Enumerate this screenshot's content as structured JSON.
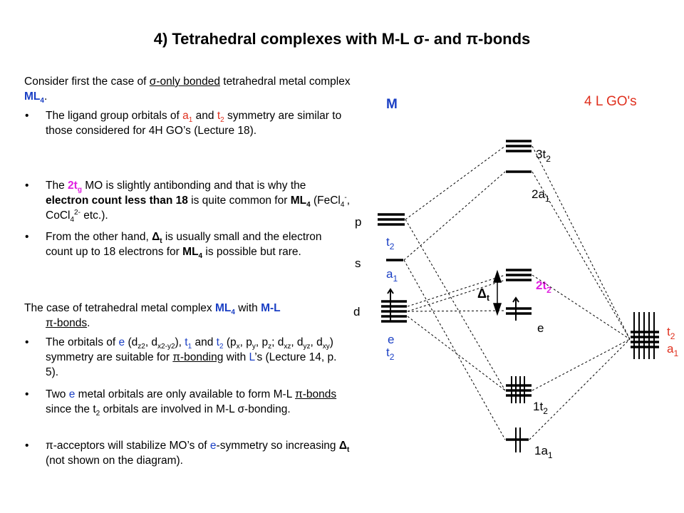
{
  "title": "4) Tetrahedral complexes with M-L σ- and π-bonds",
  "text": {
    "p1": {
      "a": "Consider first the case of ",
      "u": "σ-only bonded",
      "b": " tetrahedral metal complex ",
      "ml": "ML",
      "ml_sub": "4",
      "c": "."
    },
    "b1": {
      "a": "The ligand group orbitals of ",
      "a1": "a",
      "a1_sub": "1",
      "b": " and ",
      "t2": "t",
      "t2_sub": "2",
      "c": " symmetry are similar to those considered for 4H GO’s (Lecture 18)."
    },
    "b2": {
      "a": "The ",
      "t2g": "2t",
      "t2g_sub": "g",
      "b": " MO is slightly antibonding and that is why the ",
      "bold": "electron count less than 18",
      "c": " is quite common for ",
      "ml": "ML",
      "ml_sub": "4",
      "d": " (FeCl",
      "fe_sub": "4",
      "fe_sup": "-",
      "e": ", CoCl",
      "co_sub": "4",
      "co_sup": "2-",
      "f": " etc.)."
    },
    "b3": {
      "a": "From the other hand, ",
      "delta": "Δ",
      "delta_sub": "t",
      "b": " is usually small and the electron count up to 18 electrons for ",
      "ml": "ML",
      "ml_sub": "4",
      "c": " is possible but rare."
    },
    "p2": {
      "a": "The case of tetrahedral metal complex ",
      "ml": "ML",
      "ml_sub": "4",
      "b": " with ",
      "mlb": "M-L",
      "u": "π-bonds",
      "c": "."
    },
    "b4": {
      "a": "The orbitals of ",
      "e": "e",
      "b": " (d",
      "z2": "z2",
      "c": ", d",
      "x2y2": "x2-y2",
      "d": "), ",
      "t1": "t",
      "t1_sub": "1",
      "e2": " and ",
      "t2": "t",
      "t2_sub": "2",
      "f": " (p",
      "px": "x",
      "g": ", p",
      "py": "y",
      "h": ", p",
      "pz": "z",
      "i": "; d",
      "dxz": "xz",
      "j": ", d",
      "dyz": "yz",
      "k": ", d",
      "dxy": "xy",
      "l": ") symmetry are suitable for ",
      "u": "π-bonding",
      "m": " with ",
      "L": "L",
      "n": "’s (Lecture 14, p. 5)."
    },
    "b5": {
      "a": "Two ",
      "e": "e",
      "b": " metal orbitals are only available to form M-L ",
      "u": "π-bonds",
      "c": " since the t",
      "t2_sub": "2",
      "d": " orbitals are involved in M-L σ-bonding."
    },
    "b6": {
      "a": " π-acceptors will stabilize MO’s of ",
      "e": "e",
      "b": "-symmetry so increasing ",
      "delta": "Δ",
      "delta_sub": "t",
      "c": " (not shown on the diagram)."
    },
    "bullet": "•"
  },
  "diagram": {
    "M": "M",
    "GO": "4 L GO's",
    "p": "p",
    "s": "s",
    "d": "d",
    "t2": "t",
    "t2_sub": "2",
    "a1": "a",
    "a1_sub": "1",
    "e": "e",
    "t2b": "t",
    "t2b_sub": "2",
    "mo_3t2": "3t",
    "mo_3t2_sub": "2",
    "mo_2a1": "2a",
    "mo_2a1_sub": "1",
    "mo_2t2": "2t",
    "mo_2t2_sub": "2",
    "mo_e": "e",
    "mo_1t2": "1t",
    "mo_1t2_sub": "2",
    "mo_1a1": "1a",
    "mo_1a1_sub": "1",
    "delta": "Δ",
    "delta_sub": "t",
    "go_t2": "t",
    "go_t2_sub": "2",
    "go_a1": "a",
    "go_a1_sub": "1",
    "colors": {
      "blue": "#1a3fc4",
      "red": "#e0301e",
      "magenta": "#e020e0"
    }
  }
}
